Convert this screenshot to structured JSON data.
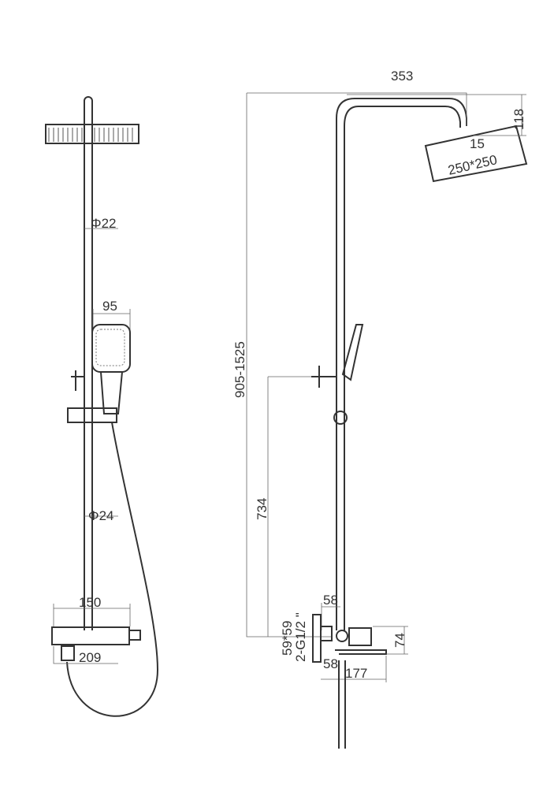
{
  "title": "Shower system dimensional drawing",
  "front_view": {
    "rod_diameter_upper": "Φ22",
    "handshower_width": "95",
    "rod_diameter_lower": "Φ24",
    "mixer_width": "150",
    "mixer_depth": "209"
  },
  "side_view": {
    "arm_reach": "353",
    "arm_drop": "118",
    "head_angle": "15",
    "head_size": "250*250",
    "total_height": "905-1525",
    "bracket_height": "734",
    "mixer_top_offset": "58",
    "plate_size": "59*59",
    "connection": "2-G1/2 \"",
    "mixer_height": "74",
    "mixer_bottom_offset": "58",
    "spout_length": "177"
  }
}
